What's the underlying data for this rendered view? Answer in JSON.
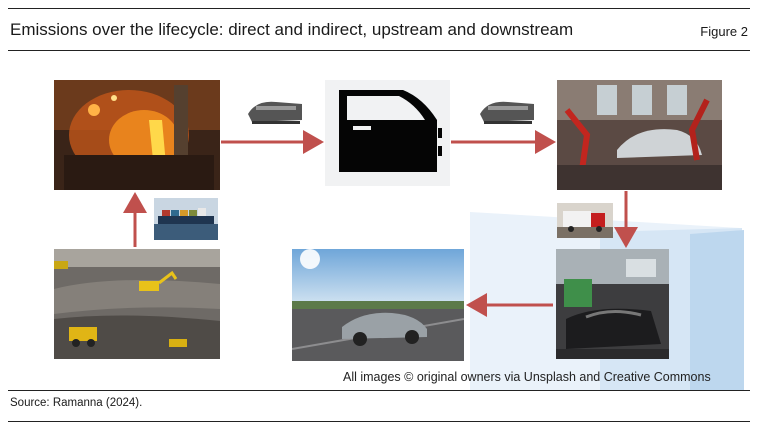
{
  "figure": {
    "title": "Emissions over the lifecycle: direct and indirect, upstream and downstream",
    "label": "Figure 2",
    "source": "Source: Ramanna (2024).",
    "credit": "All images © original owners via Unsplash and Creative Commons"
  },
  "images": [
    {
      "name": "steel-furnace-photo"
    },
    {
      "name": "car-door-icon"
    },
    {
      "name": "car-factory-photo"
    },
    {
      "name": "mining-site-photo"
    },
    {
      "name": "cargo-ship-photo"
    },
    {
      "name": "truck-photo"
    },
    {
      "name": "car-dealership-photo"
    },
    {
      "name": "driving-car-photo"
    },
    {
      "name": "train-image"
    }
  ],
  "colors": {
    "arrow": "#c0504d",
    "accent_panel": "#bdd7ee"
  }
}
